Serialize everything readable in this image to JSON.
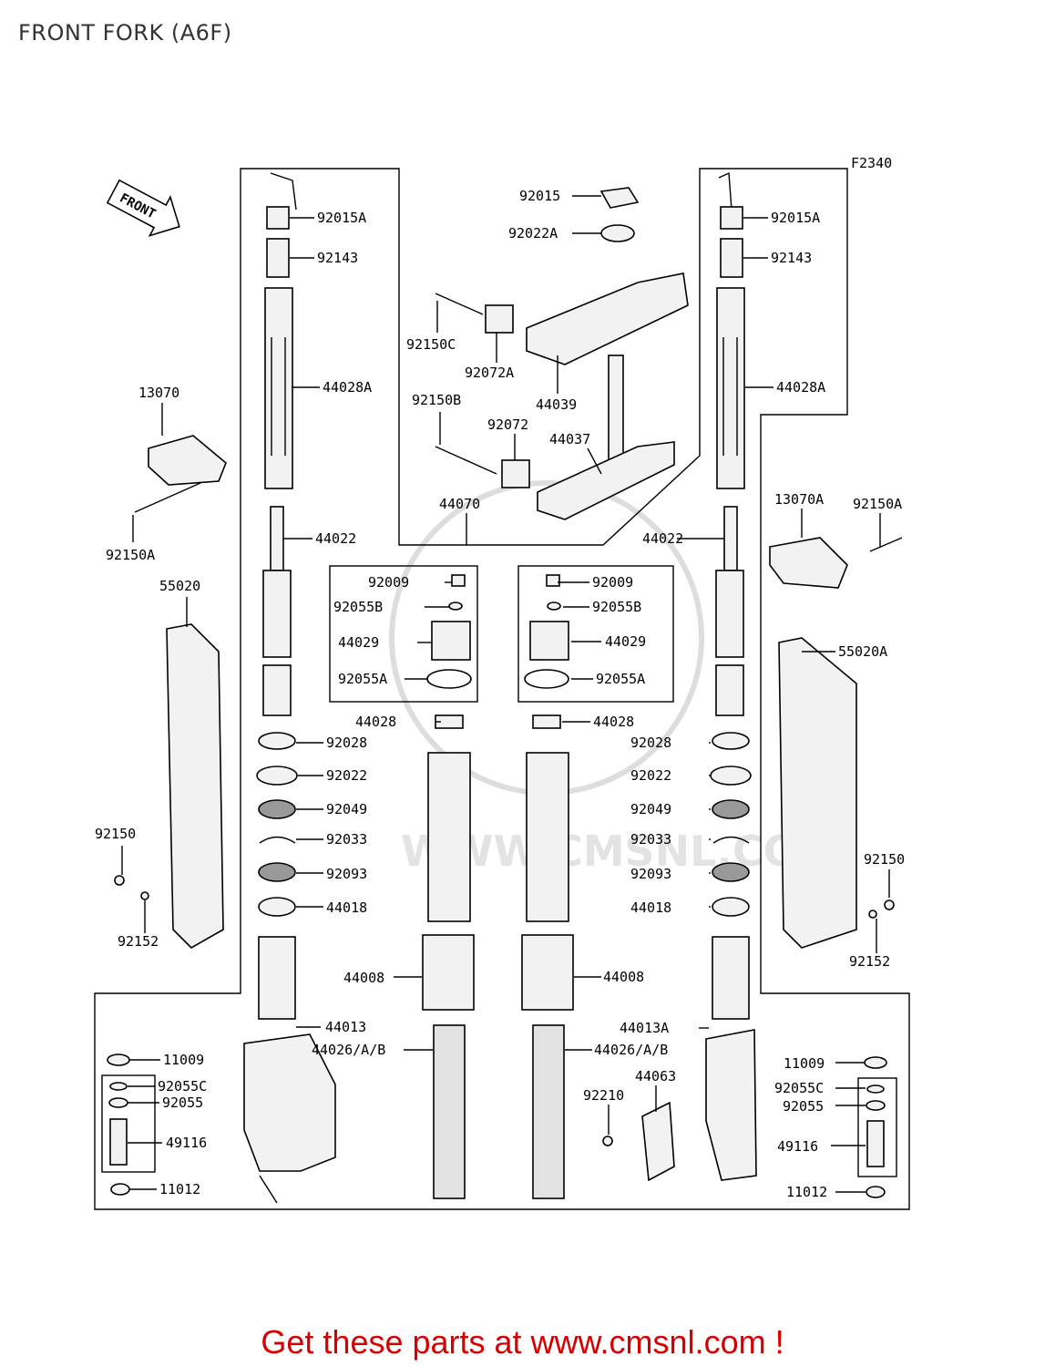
{
  "page": {
    "title": "FRONT FORK (A6F)",
    "footer": "Get these parts at www.cmsnl.com !",
    "figure_code": "F2340",
    "front_marker": "FRONT",
    "watermark": "WWW.CMSNL.COM"
  },
  "parts": [
    "92015",
    "92022A",
    "92150C",
    "92072A",
    "44039",
    "92150B",
    "92072",
    "44037",
    "44070",
    "92015A",
    "92143",
    "44028A",
    "44022",
    "13070",
    "92150A",
    "55020",
    "92009",
    "92055B",
    "44029",
    "92055A",
    "44028",
    "92028",
    "92022",
    "92049",
    "92033",
    "92093",
    "44018",
    "92150",
    "92152",
    "44008",
    "44013",
    "44026/A/B",
    "11009",
    "92055C",
    "92055",
    "49116",
    "11012",
    "92015A",
    "92143",
    "44028A",
    "13070A",
    "92150A",
    "44022",
    "55020A",
    "92009",
    "92055B",
    "44029",
    "92055A",
    "44028",
    "92028",
    "92022",
    "92049",
    "92033",
    "92093",
    "44018",
    "92150",
    "92152",
    "44008",
    "44013A",
    "44026/A/B",
    "44063",
    "92210",
    "11009",
    "92055C",
    "92055",
    "49116",
    "11012"
  ]
}
